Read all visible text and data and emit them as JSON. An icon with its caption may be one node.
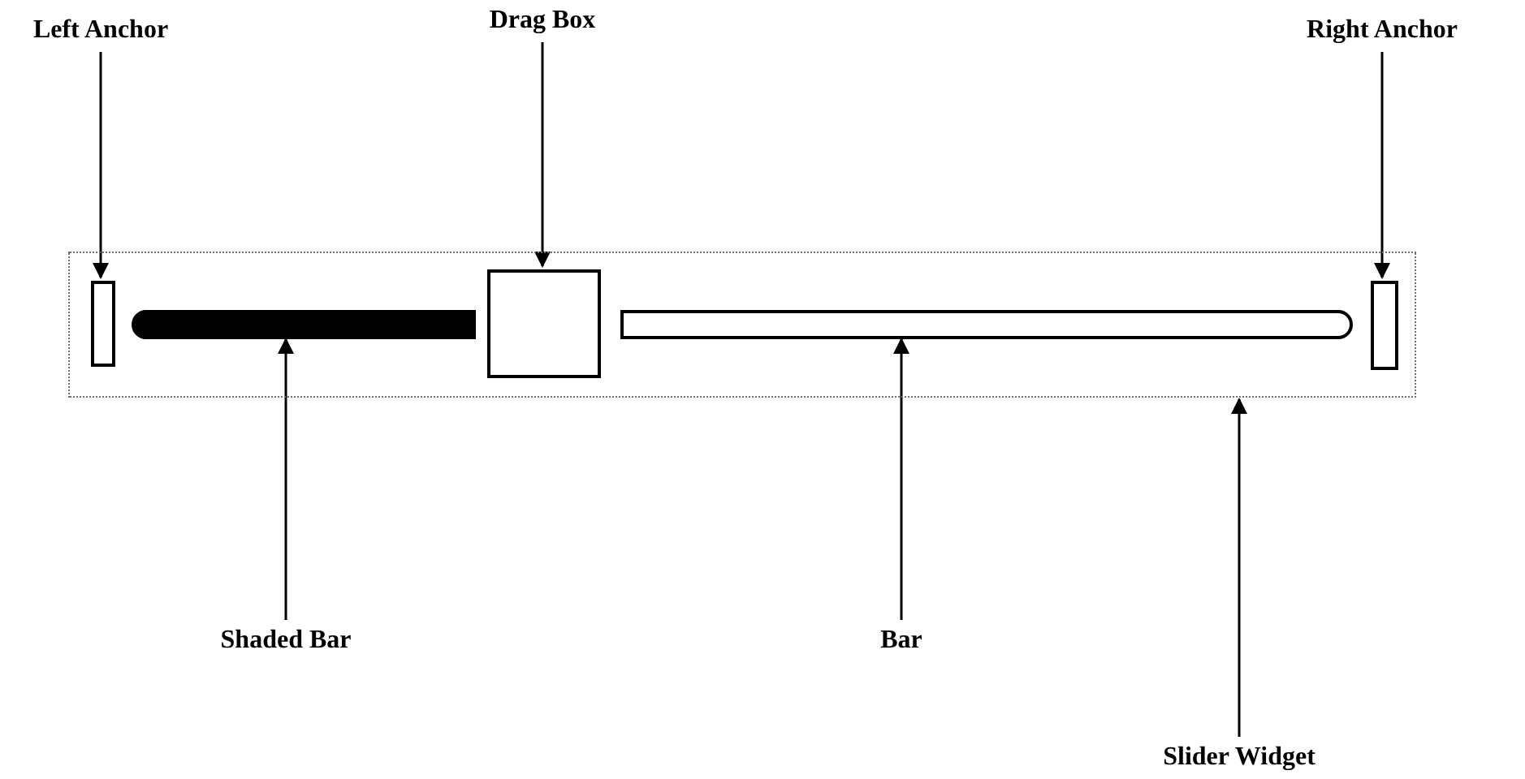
{
  "diagram": {
    "nodes": [
      {
        "text": [
          "Left Anchor"
        ]
      },
      {
        "text": [
          "Drag Box"
        ]
      },
      {
        "text": [
          "Right Anchor"
        ]
      },
      {
        "text": [],
        "shape": "box"
      },
      {
        "text": [],
        "shape": "box",
        "in": 3
      },
      {
        "text": [],
        "shape": "bar",
        "in": 3
      },
      {
        "text": [],
        "shape": "box",
        "in": 3
      },
      {
        "text": [],
        "shape": "bar",
        "in": 3
      },
      {
        "text": [],
        "shape": "box",
        "in": 3
      },
      {
        "text": [
          "Shaded Bar"
        ]
      },
      {
        "text": [
          "Bar"
        ]
      },
      {
        "text": [
          "Slider Widget"
        ]
      }
    ],
    "edges": [
      {
        "from": 0,
        "to": 4,
        "arrow": "to"
      },
      {
        "from": 1,
        "to": 6,
        "arrow": "to"
      },
      {
        "from": 2,
        "to": 8,
        "arrow": "to"
      },
      {
        "from": 9,
        "to": 5,
        "arrow": "to"
      },
      {
        "from": 10,
        "to": 7,
        "arrow": "to"
      },
      {
        "from": 11,
        "to": 3,
        "arrow": "to"
      }
    ]
  }
}
